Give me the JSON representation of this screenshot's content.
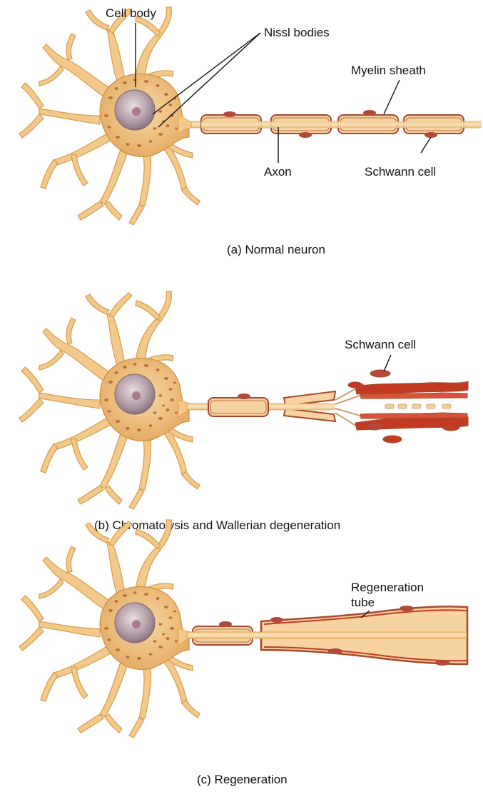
{
  "panels": [
    {
      "id": "a",
      "caption": "(a) Normal neuron",
      "labels": {
        "cell_body": "Cell body",
        "nissl_bodies": "Nissl bodies",
        "myelin_sheath": "Myelin sheath",
        "axon": "Axon",
        "schwann_cell": "Schwann cell"
      }
    },
    {
      "id": "b",
      "caption": "(b) Chromatolysis and Wallerian degeneration",
      "labels": {
        "schwann_cell": "Schwann cell"
      }
    },
    {
      "id": "c",
      "caption": "(c) Regeneration",
      "labels": {
        "regeneration_tube_1": "Regeneration",
        "regeneration_tube_2": "tube"
      }
    }
  ],
  "colors": {
    "dendrite": "#f2c98a",
    "dendrite_edge": "#d69a4a",
    "soma": "#efc07e",
    "nucleus": "#b9a5b0",
    "nissl": "#b9662c",
    "myelin_fill": "#f6d3a1",
    "myelin_edge": "#a5492e",
    "schwann": "#b2493a",
    "degenerate": "#c23a22"
  },
  "icons": [
    "neuron-illustration"
  ]
}
